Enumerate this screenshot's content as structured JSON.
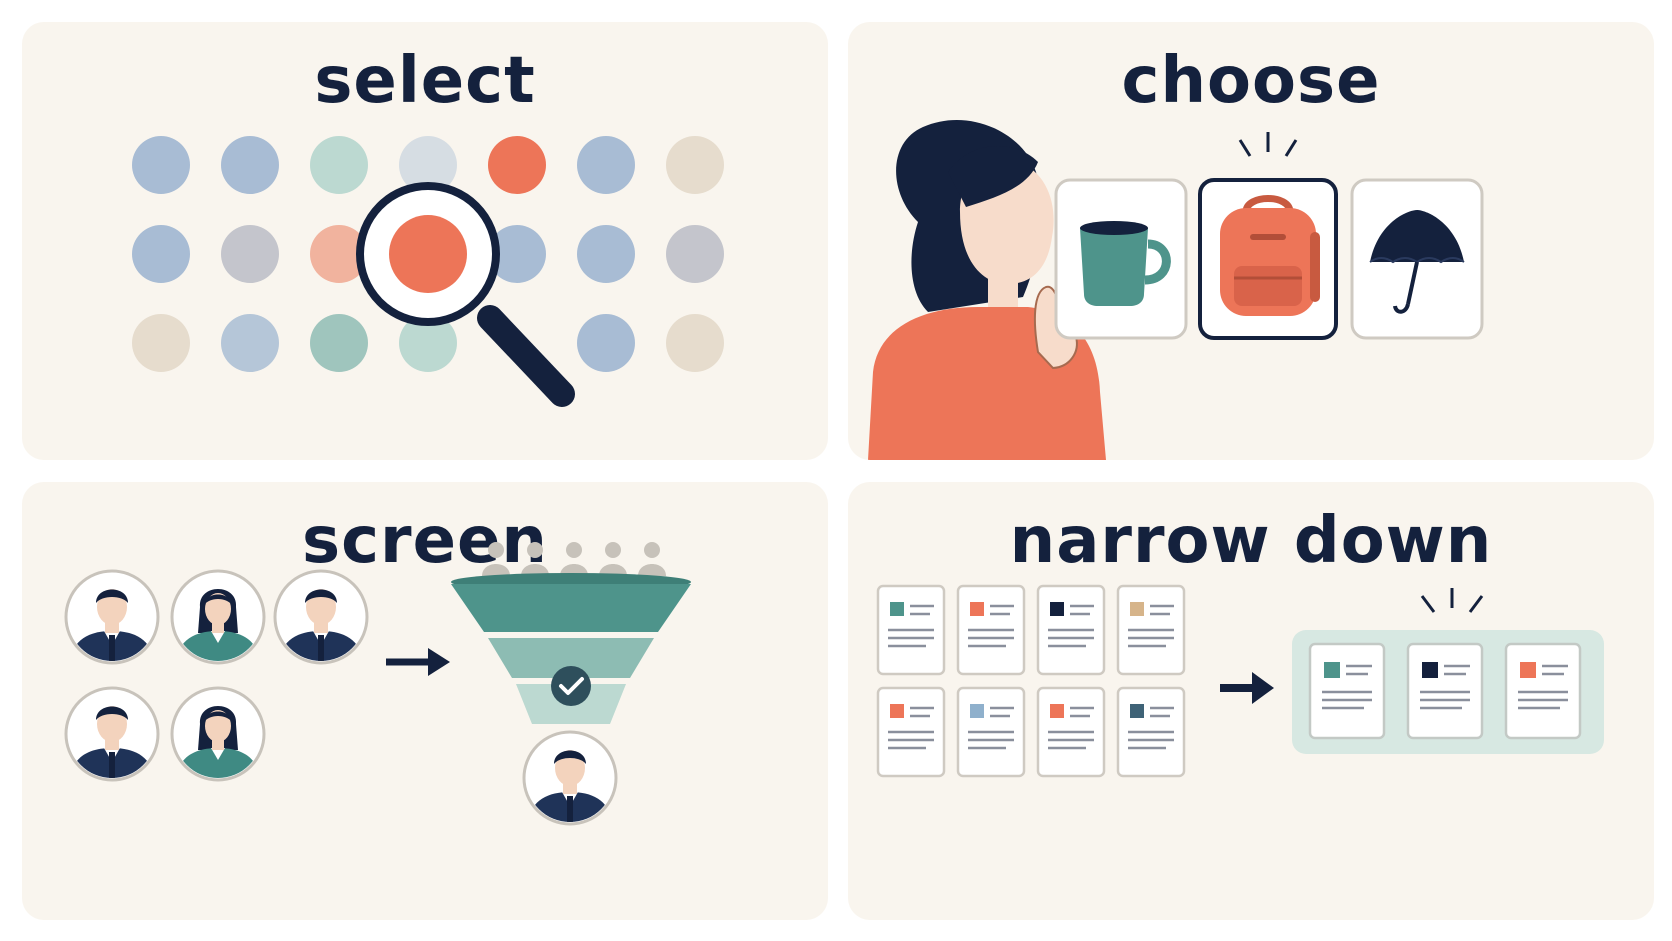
{
  "panels": {
    "select": {
      "title": "select"
    },
    "choose": {
      "title": "choose"
    },
    "screen": {
      "title": "screen"
    },
    "narrow_down": {
      "title": "narrow down"
    }
  },
  "colors": {
    "background": "#f9f5ee",
    "navy": "#14213d",
    "coral": "#ed7558",
    "teal": "#4e948b",
    "blue_gray": "#a8bcd4",
    "mint": "#bcd9d1",
    "beige": "#e6dccd",
    "gray": "#c4c5cc"
  },
  "icons": [
    "dot-grid",
    "magnifier-icon",
    "thinking-person",
    "mug-icon",
    "backpack-icon",
    "umbrella-icon",
    "person-avatar-icon",
    "arrow-right-icon",
    "funnel-icon",
    "checkmark-icon",
    "document-card-icon",
    "sparkle-icon"
  ]
}
